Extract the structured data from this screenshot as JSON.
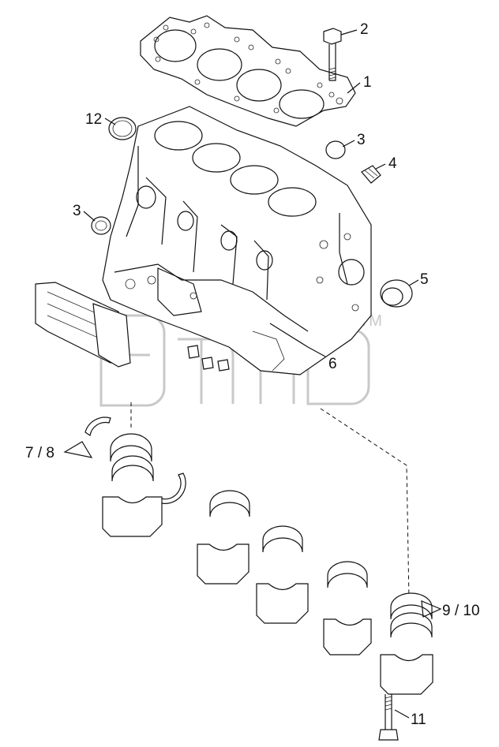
{
  "callouts": [
    {
      "id": "1",
      "text": "1"
    },
    {
      "id": "2",
      "text": "2"
    },
    {
      "id": "3a",
      "text": "3"
    },
    {
      "id": "3b",
      "text": "3"
    },
    {
      "id": "4",
      "text": "4"
    },
    {
      "id": "5",
      "text": "5"
    },
    {
      "id": "6",
      "text": "6"
    },
    {
      "id": "7-8",
      "text": "7 / 8"
    },
    {
      "id": "9-10",
      "text": "9 / 10"
    },
    {
      "id": "11",
      "text": "11"
    },
    {
      "id": "12",
      "text": "12"
    }
  ],
  "watermark": {
    "trademark": "TM"
  }
}
